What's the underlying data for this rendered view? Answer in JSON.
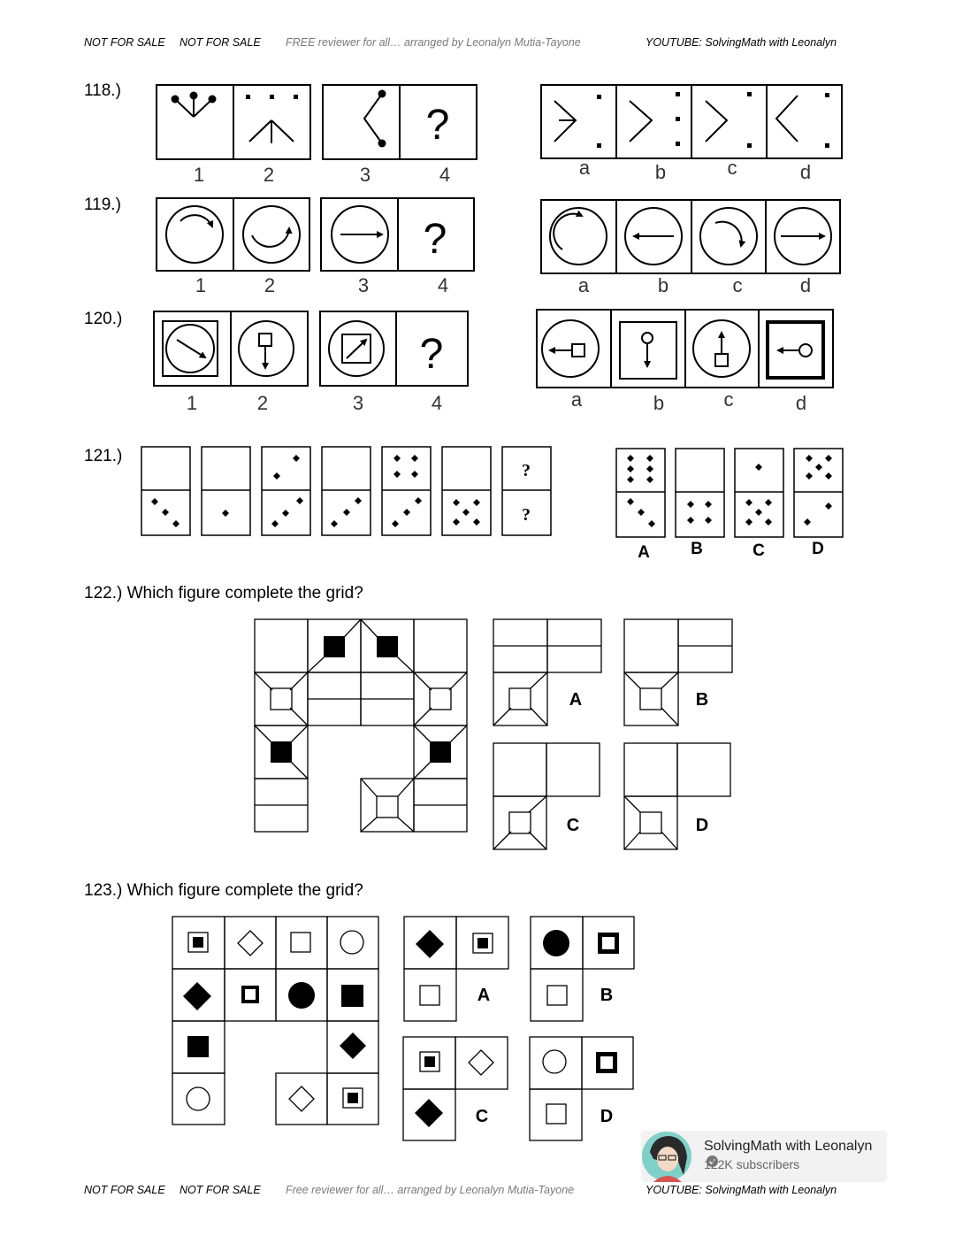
{
  "header": {
    "nfs1": "NOT FOR SALE",
    "nfs2": "NOT FOR SALE",
    "note": "FREE reviewer for all… arranged by Leonalyn Mutia-Tayone",
    "youtube": "YOUTUBE: SolvingMath with Leonalyn"
  },
  "footer": {
    "nfs1": "NOT FOR SALE",
    "nfs2": "NOT FOR SALE",
    "note": "Free reviewer for all… arranged by Leonalyn Mutia-Tayone",
    "youtube": "YOUTUBE: SolvingMath with Leonalyn"
  },
  "questions": {
    "q118": {
      "number": "118.)",
      "seq_labels": [
        "1",
        "2",
        "3",
        "4"
      ],
      "choice_labels": [
        "a",
        "b",
        "c",
        "d"
      ],
      "unknown": "?"
    },
    "q119": {
      "number": "119.)",
      "seq_labels": [
        "1",
        "2",
        "3",
        "4"
      ],
      "choice_labels": [
        "a",
        "b",
        "c",
        "d"
      ],
      "unknown": "?"
    },
    "q120": {
      "number": "120.)",
      "seq_labels": [
        "1",
        "2",
        "3",
        "4"
      ],
      "choice_labels": [
        "a",
        "b",
        "c",
        "d"
      ],
      "unknown": "?"
    },
    "q121": {
      "number": "121.)",
      "choice_labels": [
        "A",
        "B",
        "C",
        "D"
      ],
      "unknown": "?"
    },
    "q122": {
      "title": "122.) Which figure complete the grid?",
      "choice_labels": [
        "A",
        "B",
        "C",
        "D"
      ]
    },
    "q123": {
      "title": "123.) Which figure complete the grid?",
      "choice_labels": [
        "A",
        "B",
        "C",
        "D"
      ]
    }
  },
  "channel": {
    "name": "SolvingMath with Leonalyn",
    "subscribers": "122K subscribers",
    "verified_icon": "verified-check-icon"
  }
}
